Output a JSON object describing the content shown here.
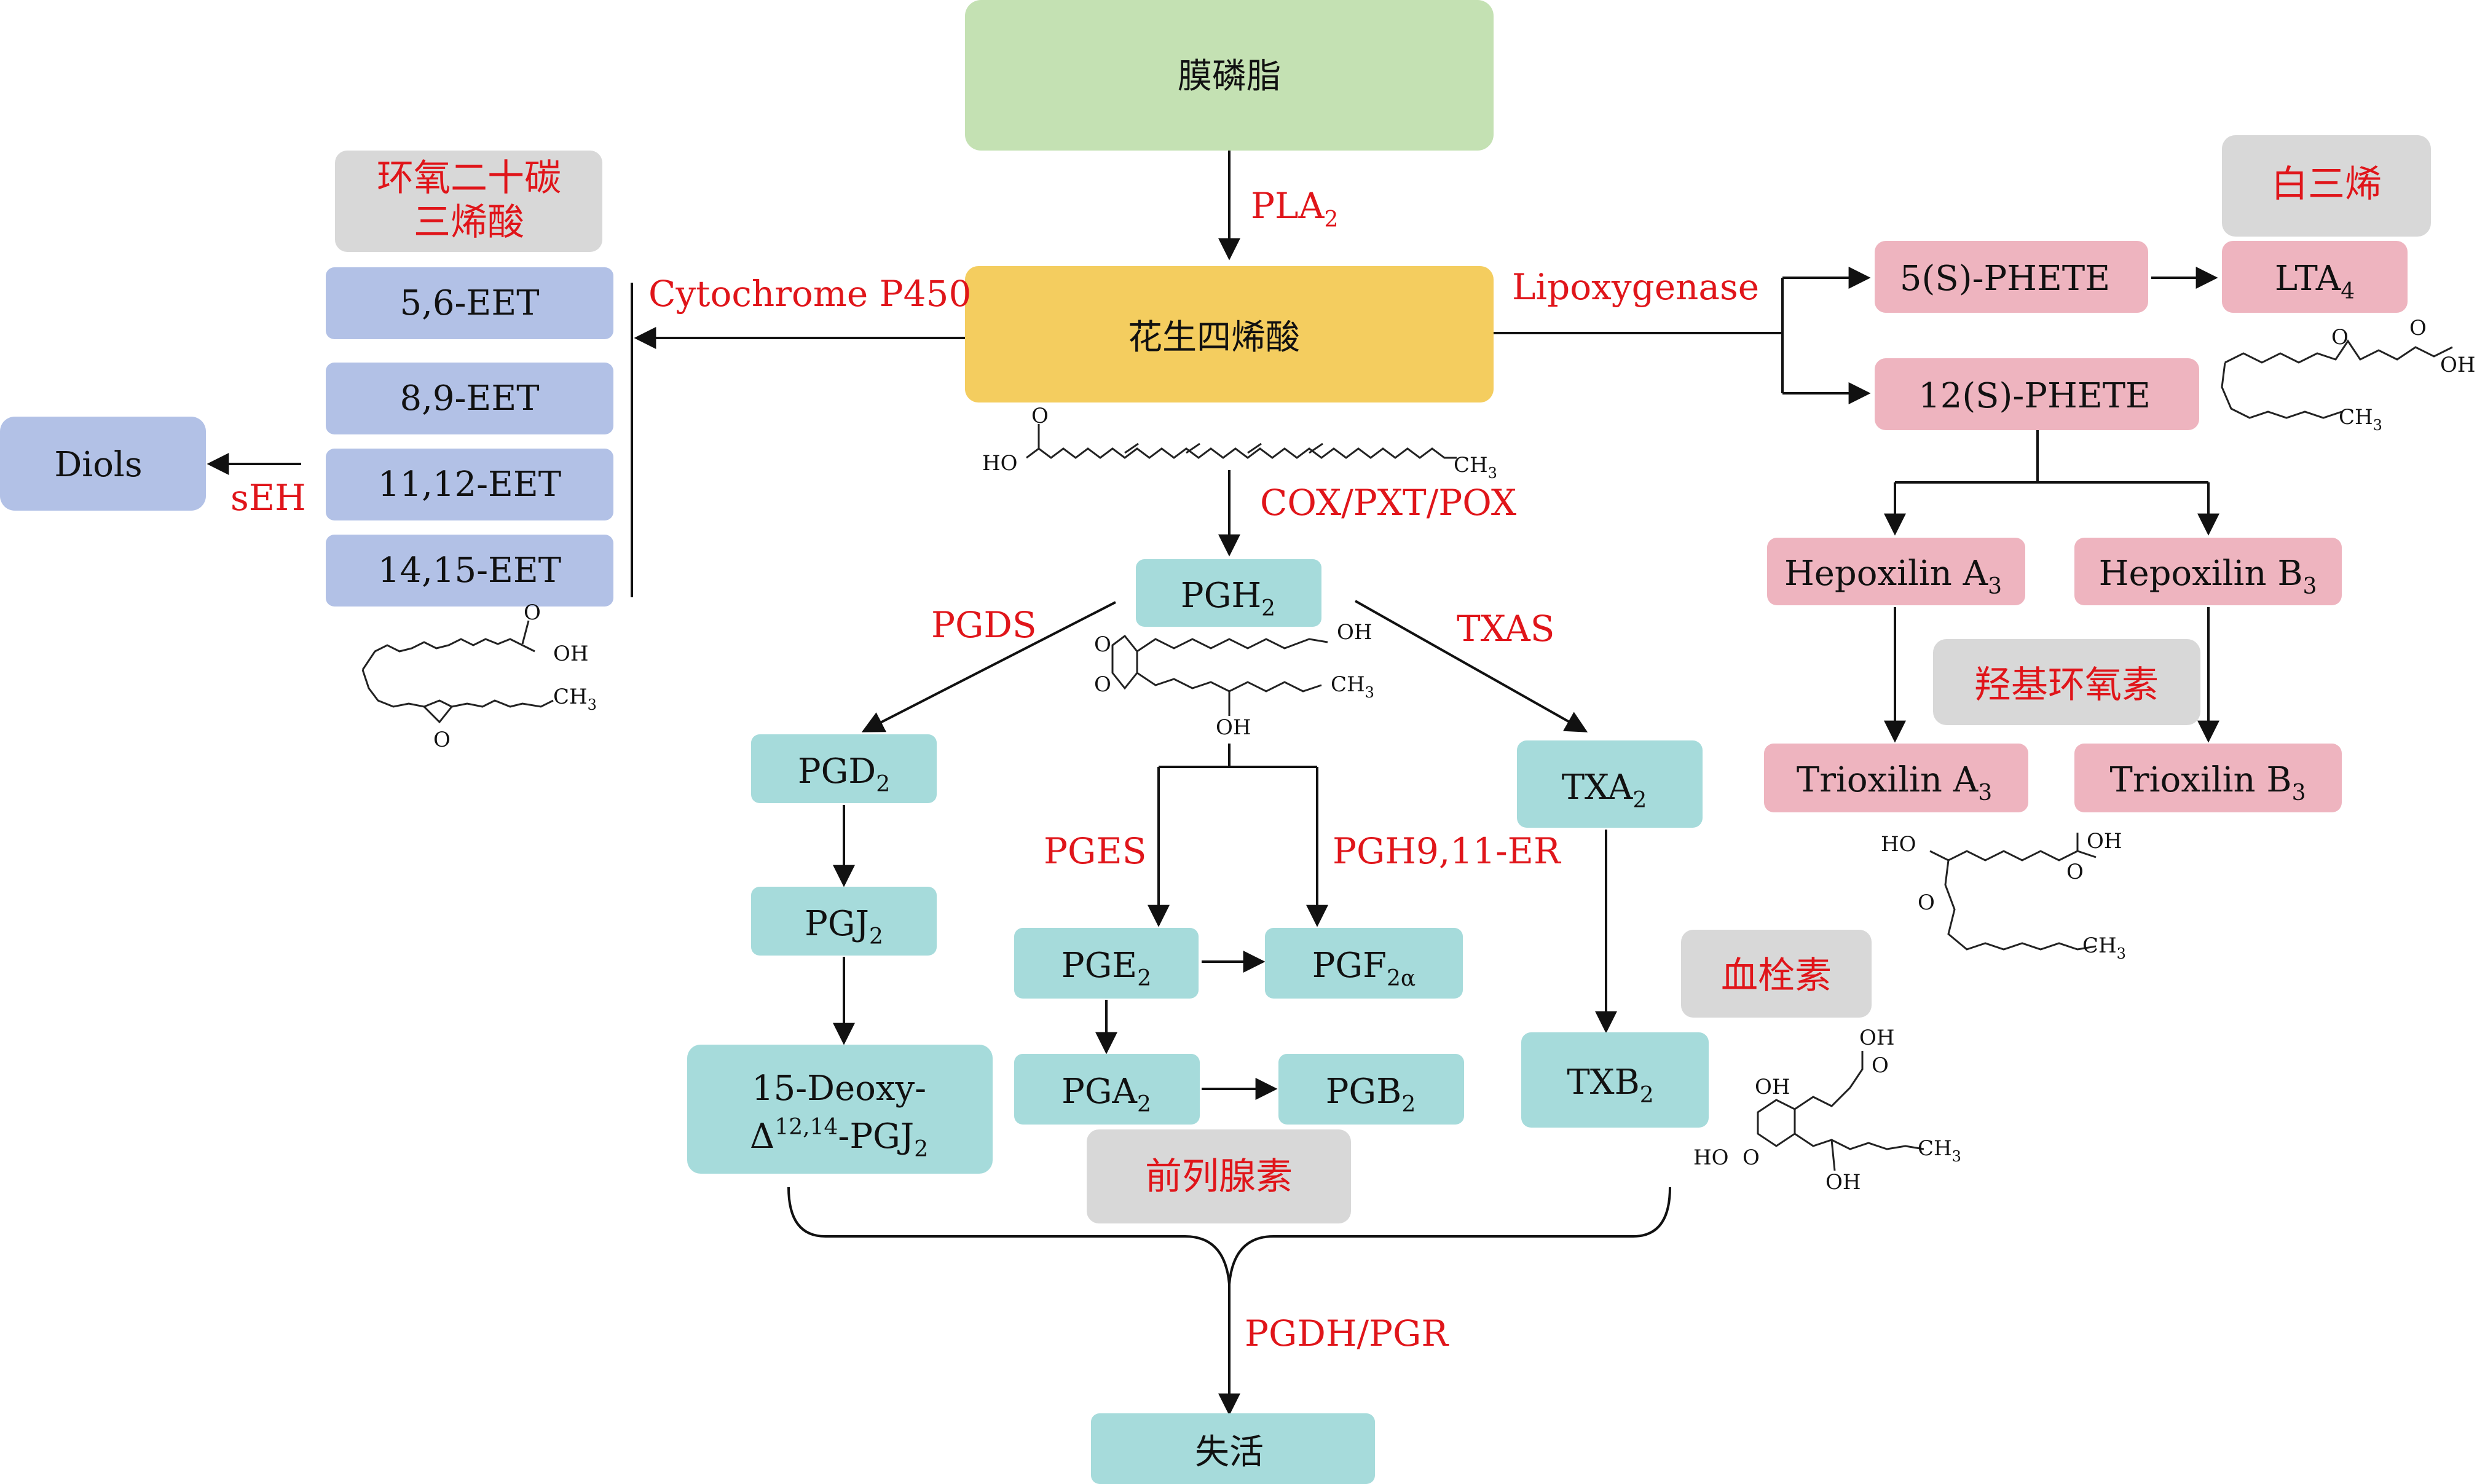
{
  "colors": {
    "green": "#c4e1b3",
    "yellow": "#f4cd5f",
    "blue": "#b2c1e6",
    "pink": "#eeb4bf",
    "teal": "#a6dbdb",
    "gray": "#d8d8d8",
    "red": "#e0151a",
    "line": "#111111"
  },
  "nodes": {
    "membrane": "膜磷脂",
    "aa": "花生四烯酸",
    "eet56": "5,6-EET",
    "eet89": "8,9-EET",
    "eet1112": "11,12-EET",
    "eet1415": "14,15-EET",
    "diols": "Diols",
    "phete5": "5(S)-PHETE",
    "lta": {
      "base": "LTA",
      "sub": "4"
    },
    "phete12": "12(S)-PHETE",
    "hxa": {
      "base": "Hepoxilin A",
      "sub": "3"
    },
    "hxb": {
      "base": "Hepoxilin B",
      "sub": "3"
    },
    "trxa": {
      "base": "Trioxilin A",
      "sub": "3"
    },
    "trxb": {
      "base": "Trioxilin B",
      "sub": "3"
    },
    "pgh": {
      "base": "PGH",
      "sub": "2"
    },
    "pgd": {
      "base": "PGD",
      "sub": "2"
    },
    "pgj": {
      "base": "PGJ",
      "sub": "2"
    },
    "deoxy": {
      "line1": "15-Deoxy-",
      "delta": "Δ",
      "sup": "12,14",
      "mid": "-PGJ",
      "sub": "2"
    },
    "pge": {
      "base": "PGE",
      "sub": "2"
    },
    "pgf": {
      "base": "PGF",
      "sub": "2α"
    },
    "pga": {
      "base": "PGA",
      "sub": "2"
    },
    "pgb": {
      "base": "PGB",
      "sub": "2"
    },
    "txa": {
      "base": "TXA",
      "sub": "2"
    },
    "txb": {
      "base": "TXB",
      "sub": "2"
    },
    "inactive": "失活"
  },
  "categories": {
    "eet_l1": "环氧二十碳",
    "eet_l2": "三烯酸",
    "leukotriene": "白三烯",
    "hepoxilin": "羟基环氧素",
    "thromboxane": "血栓素",
    "prostaglandin": "前列腺素"
  },
  "enzymes": {
    "pla2": {
      "base": "PLA",
      "sub": "2"
    },
    "cyp": "Cytochrome P450",
    "lox": "Lipoxygenase",
    "seh": "sEH",
    "cox": "COX/PXT/POX",
    "pgds": "PGDS",
    "txas": "TXAS",
    "pges": "PGES",
    "pgh911": "PGH9,11-ER",
    "pgdh": "PGDH/PGR"
  },
  "chem": {
    "ho": "HO",
    "oh": "OH",
    "o": "O",
    "ch3": "CH",
    "ch3_sub": "3"
  }
}
